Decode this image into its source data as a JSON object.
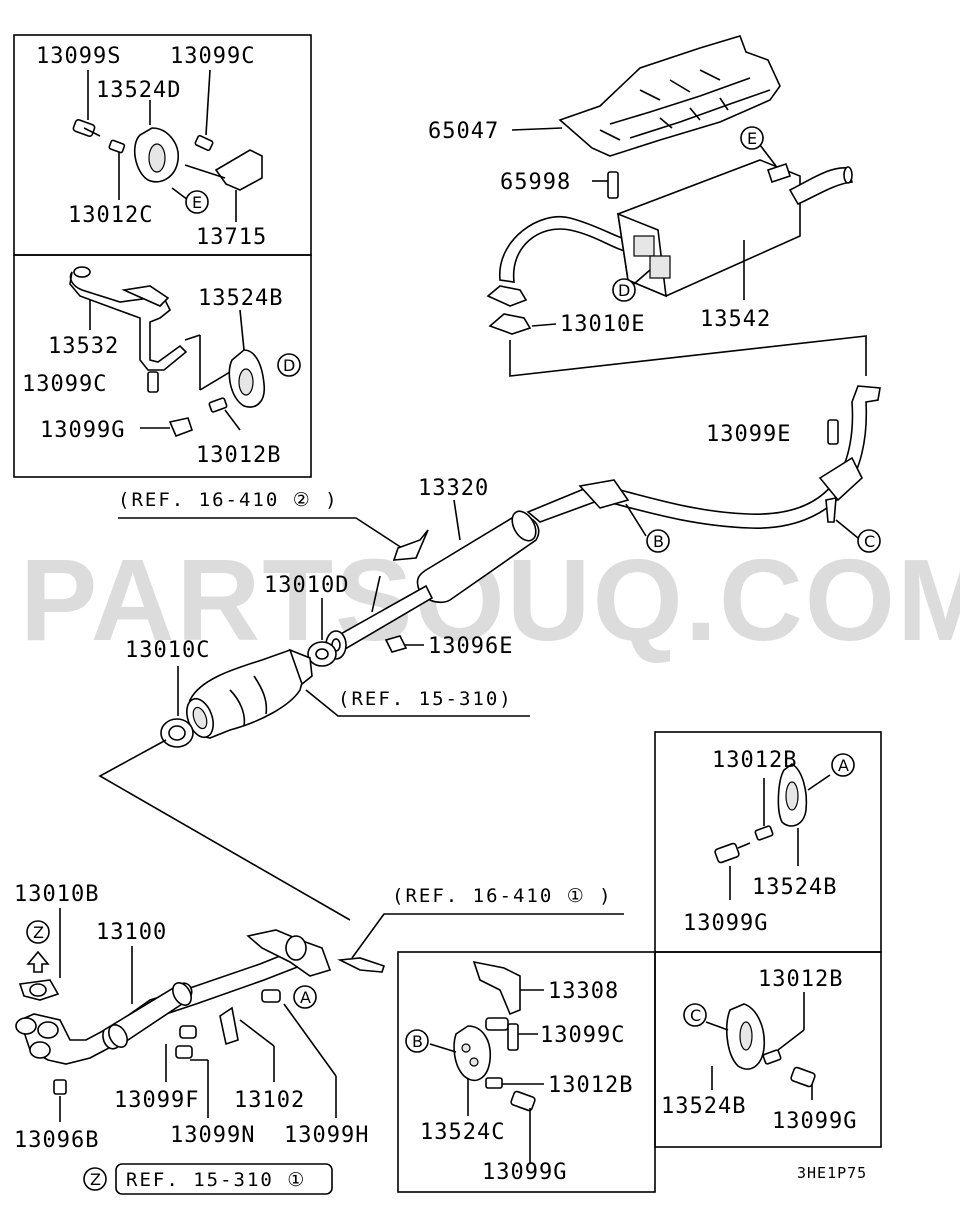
{
  "watermark": "PARTSOUQ.COM",
  "diagram_code": "3HE1P75",
  "refs": {
    "ref_16_410_2": "(REF. 16-410 ② )",
    "ref_15_310": "(REF. 15-310)",
    "ref_16_410_1": "(REF. 16-410 ① )",
    "ref_15_310_1": "REF. 15-310 ①",
    "z_label": "Z"
  },
  "markers": {
    "A": "A",
    "B": "B",
    "C": "C",
    "D": "D",
    "E": "E",
    "Z": "Z"
  },
  "parts": {
    "p13099S": "13099S",
    "p13099C_top": "13099C",
    "p13524D": "13524D",
    "p13012C": "13012C",
    "p13715": "13715",
    "p13524B_box2": "13524B",
    "p13532": "13532",
    "p13099C_box2": "13099C",
    "p13099G_box2": "13099G",
    "p13012B_box2": "13012B",
    "p65047": "65047",
    "p65998": "65998",
    "p13010E": "13010E",
    "p13542": "13542",
    "p13099E": "13099E",
    "p13320": "13320",
    "p13010D": "13010D",
    "p13096E": "13096E",
    "p13010C": "13010C",
    "p13012B_a": "13012B",
    "p13524B_a": "13524B",
    "p13099G_a": "13099G",
    "p13010B": "13010B",
    "p13100": "13100",
    "p13099F": "13099F",
    "p13102": "13102",
    "p13099N": "13099N",
    "p13099H": "13099H",
    "p13096B": "13096B",
    "p13308": "13308",
    "p13099C_b": "13099C",
    "p13012B_b": "13012B",
    "p13524C": "13524C",
    "p13099G_b": "13099G",
    "p13012B_c": "13012B",
    "p13524B_c": "13524B",
    "p13099G_c": "13099G"
  }
}
